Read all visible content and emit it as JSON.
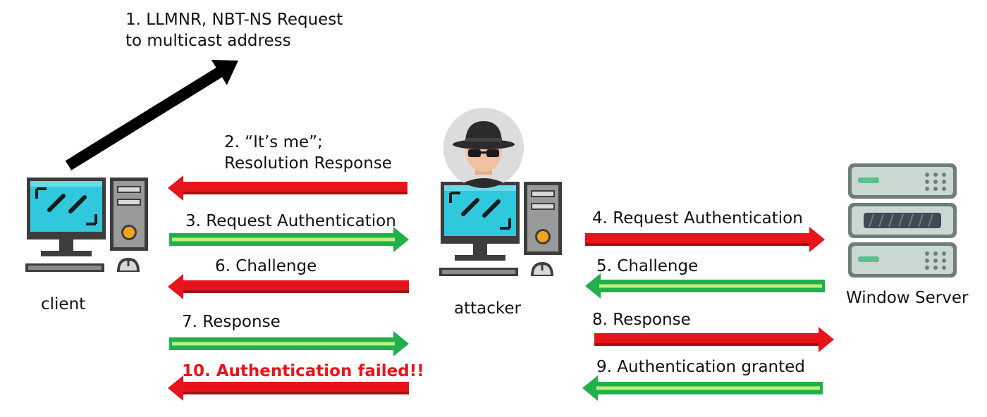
{
  "nodes": {
    "client": "client",
    "attacker": "attacker",
    "server": "Window Server"
  },
  "steps": [
    {
      "id": "s1",
      "line1": "1. LLMNR, NBT-NS Request",
      "line2": "to multicast address",
      "color": "black"
    },
    {
      "id": "s2",
      "line1": "2. “It’s me”;",
      "line2": "Resolution Response",
      "color": "red"
    },
    {
      "id": "s3",
      "line1": "3. Request Authentication",
      "color": "green"
    },
    {
      "id": "s4",
      "line1": "4. Request Authentication",
      "color": "red"
    },
    {
      "id": "s5",
      "line1": "5. Challenge",
      "color": "green"
    },
    {
      "id": "s6",
      "line1": "6. Challenge",
      "color": "red"
    },
    {
      "id": "s7",
      "line1": "7. Response",
      "color": "green"
    },
    {
      "id": "s8",
      "line1": "8. Response",
      "color": "red"
    },
    {
      "id": "s9",
      "line1": "9. Authentication granted",
      "color": "green"
    },
    {
      "id": "s10",
      "line1": "10. Authentication failed!!",
      "color": "red"
    }
  ],
  "colors": {
    "red_arrow": "#e8141b",
    "red_arrow_dark": "#a60d12",
    "green_arrow": "#21b04b",
    "green_arrow_light": "#b9f27a",
    "black_arrow": "#000000",
    "fail_text": "#e8141b",
    "screen": "#2fc8dc",
    "monitor_frame": "#3d3d3d",
    "tower": "#4a4a4a",
    "tower_button": "#f3a41a",
    "server_panel": "#c9d8d1",
    "server_frame": "#6f7f78",
    "server_accent": "#5cc18e"
  },
  "icons": {
    "client": "desktop-computer-icon",
    "attacker": "desktop-computer-icon",
    "spy": "spy-hat-glasses-icon",
    "server": "server-rack-icon"
  }
}
